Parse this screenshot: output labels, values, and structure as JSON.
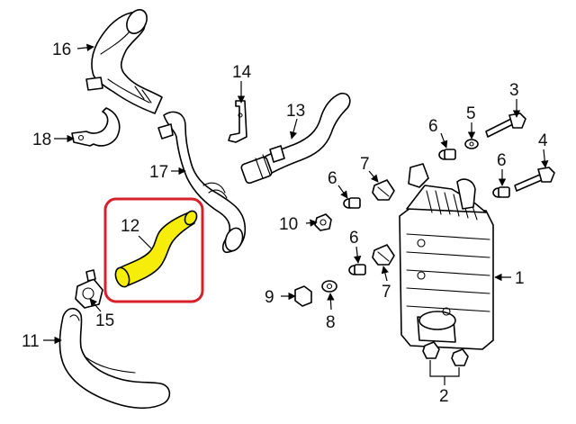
{
  "colors": {
    "line": "#000000",
    "highlight_fill": "#f6ee0a",
    "highlight_frame": "#d8202a"
  },
  "callouts": {
    "p1": "1",
    "p2": "2",
    "p3": "3",
    "p4": "4",
    "p5": "5",
    "p6a": "6",
    "p6b": "6",
    "p6c": "6",
    "p6d": "6",
    "p7a": "7",
    "p7b": "7",
    "p8": "8",
    "p9": "9",
    "p10": "10",
    "p11": "11",
    "p12": "12",
    "p13": "13",
    "p14": "14",
    "p15": "15",
    "p16": "16",
    "p17": "17",
    "p18": "18"
  },
  "highlighted_part": "12"
}
